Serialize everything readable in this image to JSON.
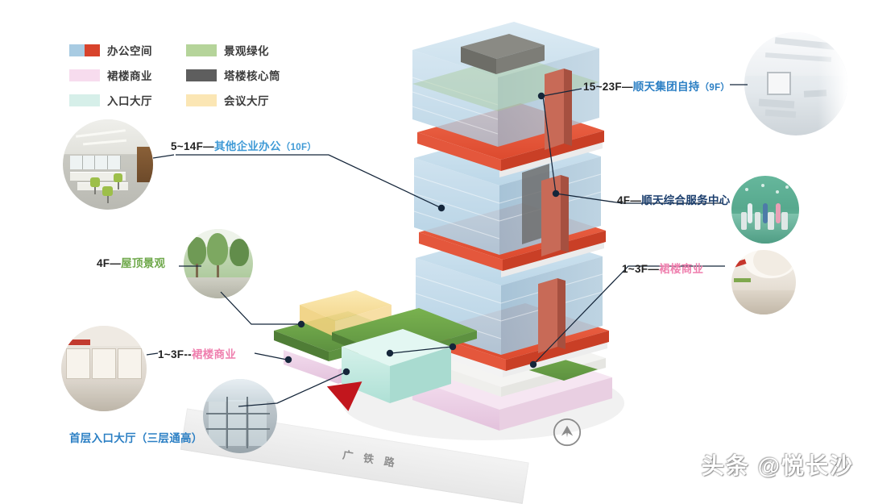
{
  "legend": {
    "items": [
      {
        "label": "办公空间",
        "swatch": [
          "#a8cbe2",
          "#d8432c"
        ],
        "name": "office-space"
      },
      {
        "label": "景观绿化",
        "swatch": [
          "#b5d49a"
        ],
        "name": "landscape-green"
      },
      {
        "label": "裙楼商业",
        "swatch": [
          "#f7dcee"
        ],
        "name": "podium-retail"
      },
      {
        "label": "塔楼核心筒",
        "swatch": [
          "#5e5e5e"
        ],
        "name": "tower-core"
      },
      {
        "label": "入口大厅",
        "swatch": [
          "#d6efe9"
        ],
        "name": "entrance-lobby"
      },
      {
        "label": "会议大厅",
        "swatch": [
          "#fbe6b4"
        ],
        "name": "conference-hall"
      }
    ]
  },
  "callouts": [
    {
      "name": "callout-15-23f",
      "prefix": "15~23F—",
      "highlight": "顺天集团自持",
      "highlight_color": "#2b7fc4",
      "suffix": "（9F）",
      "suffix_color": "#2b7fc4"
    },
    {
      "name": "callout-5-14f",
      "prefix": "5~14F—",
      "highlight": "其他企业办公",
      "highlight_color": "#3f9ad6",
      "suffix": "（10F）",
      "suffix_color": "#3f9ad6"
    },
    {
      "name": "callout-4f-service",
      "prefix": "4F—",
      "highlight": "顺天综合服务中心",
      "highlight_color": "#1c3f6e",
      "suffix": "",
      "suffix_color": "#1c3f6e"
    },
    {
      "name": "callout-1-3f-right",
      "prefix": "1~3F—",
      "highlight": "裙楼商业",
      "highlight_color": "#ef7fae",
      "suffix": "",
      "suffix_color": "#ef7fae"
    },
    {
      "name": "callout-4f-roof",
      "prefix": "4F—",
      "highlight": "屋顶景观",
      "highlight_color": "#6ea84a",
      "suffix": "",
      "suffix_color": "#6ea84a"
    },
    {
      "name": "callout-1-3f-left",
      "prefix": "1~3F--",
      "highlight": "裙楼商业",
      "highlight_color": "#ef7fae",
      "suffix": "",
      "suffix_color": "#ef7fae"
    },
    {
      "name": "callout-entrance-lobby",
      "prefix": "",
      "highlight": "首层入口大厅（三层通高）",
      "highlight_color": "#2b7fc4",
      "suffix": "",
      "suffix_color": "#2b7fc4"
    }
  ],
  "road": {
    "label": "广铁路"
  },
  "watermark": {
    "text": "头条 @悦长沙"
  },
  "photos": [
    {
      "name": "photo-office-interior",
      "caption": ""
    },
    {
      "name": "photo-lobby-corridor",
      "caption": ""
    },
    {
      "name": "photo-fitness-center",
      "caption": ""
    },
    {
      "name": "photo-mall-atrium",
      "caption": ""
    },
    {
      "name": "photo-roof-garden",
      "caption": ""
    },
    {
      "name": "photo-retail-street",
      "caption": ""
    },
    {
      "name": "photo-glass-entrance",
      "caption": ""
    }
  ],
  "colors": {
    "office_blue": "#b9d4e6",
    "accent_red": "#e4573c",
    "core_gray": "#5e5e5e",
    "green": "#6aa544",
    "pink": "#f0d5e8",
    "teal": "#c9ece5",
    "yellow": "#f7dd9a",
    "leader": "#15263a"
  }
}
